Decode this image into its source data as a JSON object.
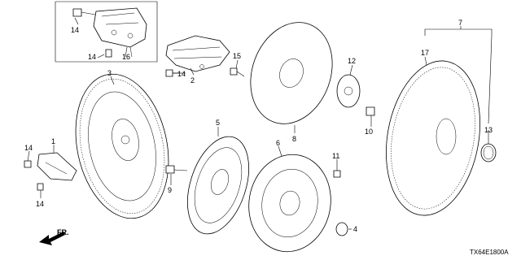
{
  "callouts": {
    "c1": "1",
    "c2": "2",
    "c3": "3",
    "c4": "4",
    "c5": "5",
    "c6": "6",
    "c7": "7",
    "c8": "8",
    "c9": "9",
    "c10": "10",
    "c11": "11",
    "c12": "12",
    "c13": "13",
    "c14a": "14",
    "c14b": "14",
    "c14c": "14",
    "c14d": "14",
    "c14e": "14",
    "c15": "15",
    "c16": "16",
    "c17": "17"
  },
  "front_label": "FR.",
  "diagram_code": "TX64E1800A"
}
